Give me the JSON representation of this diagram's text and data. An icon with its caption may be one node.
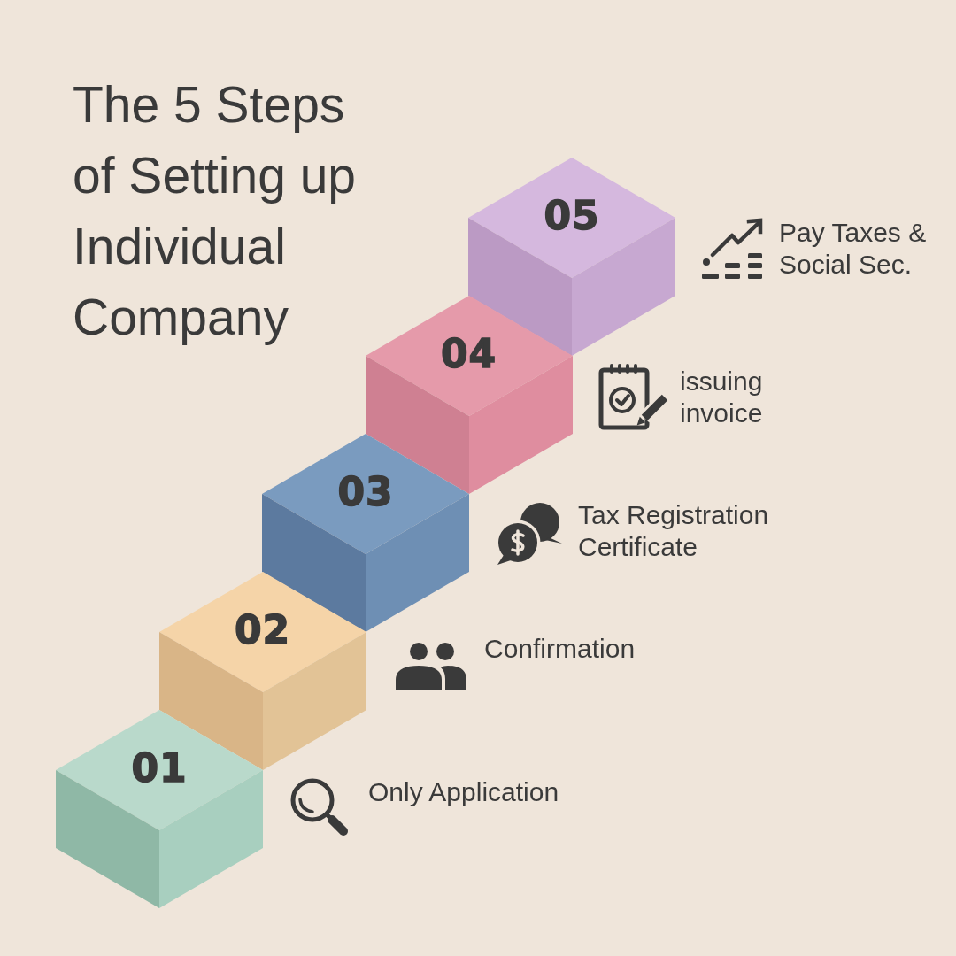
{
  "diagram": {
    "title": "The 5 Steps of Setting up Individual Company",
    "nodes": [
      {
        "text": [
          "01"
        ],
        "beside": [
          "Only Application"
        ]
      },
      {
        "text": [
          "02"
        ],
        "beside": [
          "Confirmation"
        ]
      },
      {
        "text": [
          "03"
        ],
        "beside": [
          "Tax Registration Certificate"
        ]
      },
      {
        "text": [
          "04"
        ],
        "beside": [
          "issuing invoice"
        ]
      },
      {
        "text": [
          "05"
        ],
        "beside": [
          "Pay Taxes & Social Sec."
        ]
      }
    ]
  }
}
